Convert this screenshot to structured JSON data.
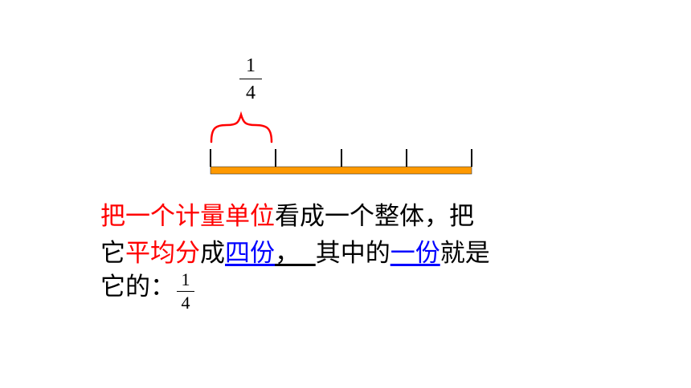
{
  "top_fraction": {
    "numerator": "1",
    "denominator": "4"
  },
  "diagram": {
    "segments": 4,
    "bar_color": "#ff9900",
    "brace_color": "#ff0000"
  },
  "text": {
    "line1": {
      "red": "把一个计量单位",
      "rest": "看成一个整体，把"
    },
    "line2": {
      "a": "它",
      "b_red": "平均分",
      "c": "成",
      "d_blue": "四份",
      "e_ul": "，",
      "f": "其中的",
      "g_blue": "一份",
      "h": "就是"
    },
    "line3": {
      "a": "它的："
    }
  },
  "inline_fraction": {
    "numerator": "1",
    "denominator": "4"
  }
}
